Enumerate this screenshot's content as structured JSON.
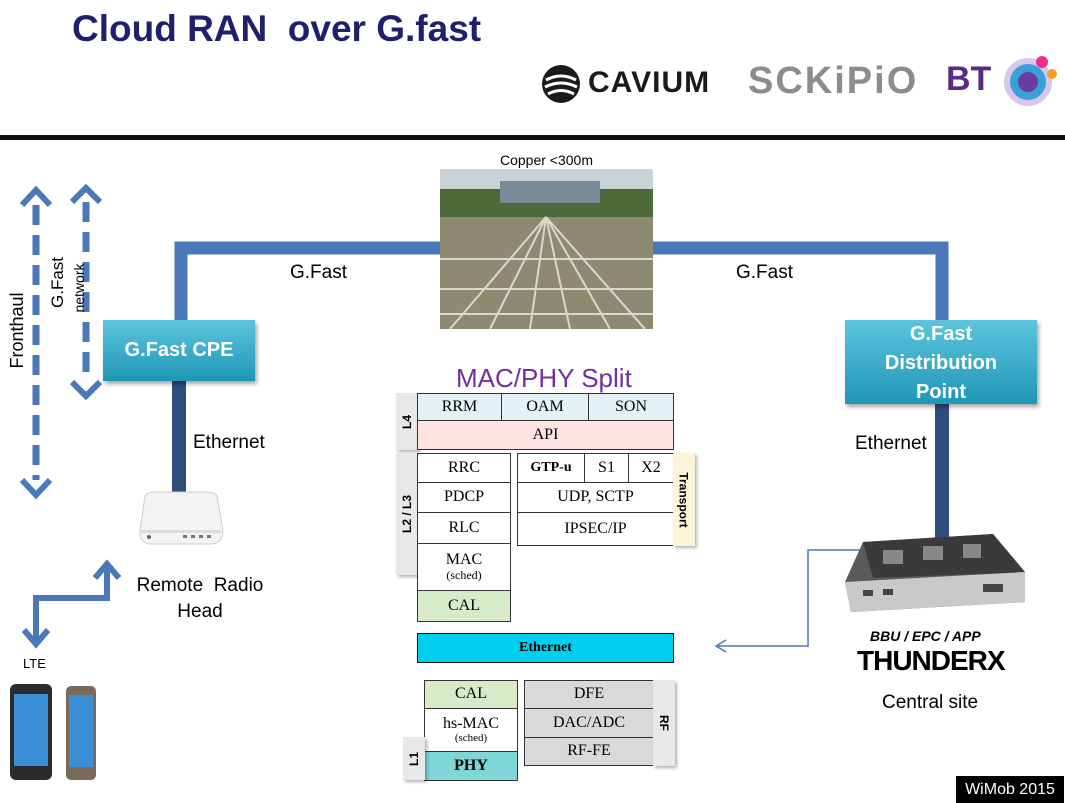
{
  "title": "Cloud RAN  over G.fast",
  "logos": {
    "cavium": "CAVIUM",
    "sckipio": "SCKiPiO",
    "bt": "BT"
  },
  "labels": {
    "copper": "Copper <300m",
    "gfast_left": "G.Fast",
    "gfast_right": "G.Fast",
    "fronthaul": "Fronthaul",
    "gfast_network_line1": "G.Fast",
    "gfast_network_line2": "network",
    "ethernet_left": "Ethernet",
    "ethernet_right": "Ethernet",
    "remote_radio_head_line1": "Remote  Radio",
    "remote_radio_head_line2": "Head",
    "lte": "LTE",
    "central_site": "Central site",
    "bbu": "BBU / EPC / APP",
    "thunderx": "THUNDERX"
  },
  "boxes": {
    "gfast_cpe": "G.Fast CPE",
    "dp_line1": "G.Fast",
    "dp_line2": "Distribution",
    "dp_line3": "Point"
  },
  "stack": {
    "title": "MAC/PHY Split",
    "l4_tab": "L4",
    "l4_cells": [
      "RRM",
      "OAM",
      "SON"
    ],
    "api": "API",
    "l2l3_tab": "L2 / L3",
    "l2l3_cells": [
      "RRC",
      "PDCP",
      "RLC"
    ],
    "mac": "MAC",
    "mac_sub": "(sched)",
    "cal_top": "CAL",
    "gtpu": "GTP-u",
    "s1": "S1",
    "x2": "X2",
    "udp": "UDP, SCTP",
    "ipsec": "IPSEC/IP",
    "transport_tab": "Transport",
    "ethernet_bar": "Ethernet",
    "cal_bottom": "CAL",
    "hsmac": "hs-MAC",
    "hsmac_sub": "(sched)",
    "phy": "PHY",
    "l1_tab": "L1",
    "rf_cells": [
      "DFE",
      "DAC/ADC",
      "RF-FE"
    ],
    "rf_tab": "RF"
  },
  "footer": "WiMob 2015",
  "colors": {
    "title": "#1f1f6b",
    "line_blue": "#4a78b9",
    "line_dark": "#2f4d7d",
    "teal": "#1f96b6",
    "api_pink": "#fde3e1",
    "l4_blue": "#e4f1f5",
    "cal_green": "#d6ecc8",
    "phy_teal": "#7fd6d6",
    "ethernet_cyan": "#00d0ee",
    "rf_gray": "#d9d9d9",
    "split_title": "#7030a0"
  }
}
